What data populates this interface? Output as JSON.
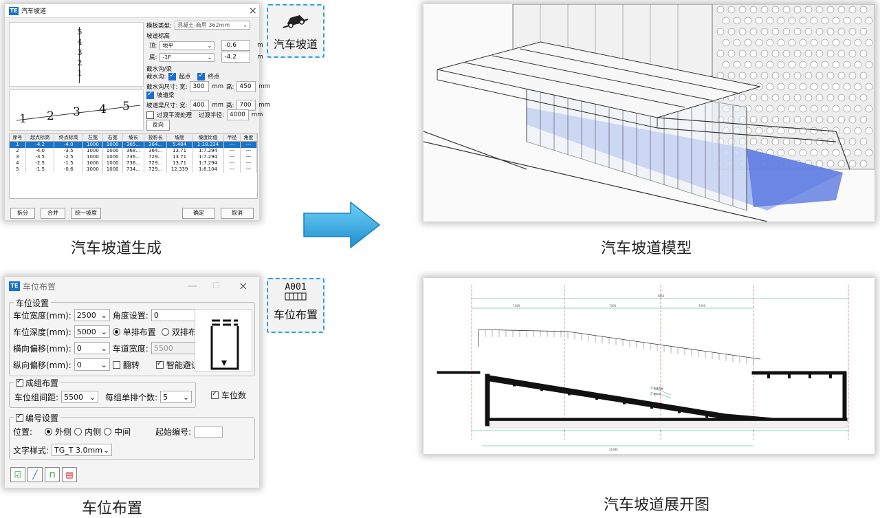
{
  "captions": {
    "ramp_gen": "汽车坡道生成",
    "ramp_model": "汽车坡道模型",
    "parking": "车位布置",
    "ramp_unfold": "汽车坡道展开图"
  },
  "ramp_dialog": {
    "title": "汽车坡道",
    "template_label": "模板类型:",
    "template_value": "混凝土-商用 362mm",
    "elev_title": "坡道标高",
    "top_label": "顶:",
    "top_level": "地平",
    "top_value": "-0.6",
    "bottom_label": "底:",
    "bottom_level": "-1F",
    "bottom_value": "-4.2",
    "unit_m": "m",
    "drain_title": "截水沟/梁",
    "drain_label": "截水沟:",
    "start_label": "起点",
    "end_label": "终点",
    "drain_size_label": "截水沟尺寸: 宽:",
    "drain_width": "300",
    "height_label": "高:",
    "drain_height": "450",
    "unit_mm": "mm",
    "beam_label": "坡道梁",
    "beam_size_label": "坡道梁尺寸: 宽:",
    "beam_width": "400",
    "beam_height": "700",
    "smooth_label": "过渡平滑处理",
    "radius_label": "过渡半径:",
    "radius_value": "4000",
    "reverse_btn": "反向",
    "preview_vertical": [
      "5",
      "4",
      "3",
      "2",
      "1"
    ],
    "preview_horizontal": [
      "1",
      "2",
      "3",
      "4",
      "5"
    ],
    "table_headers": [
      "序号",
      "起点标高",
      "终点标高",
      "左宽",
      "右宽",
      "坡长",
      "投影长",
      "坡度",
      "坡度比值",
      "半径",
      "角度"
    ],
    "table_rows": [
      [
        "1",
        "-4.2",
        "-4.0",
        "1000",
        "1000",
        "365...",
        "364...",
        "5.484",
        "1:18.234",
        "---",
        "---"
      ],
      [
        "2",
        "-4.0",
        "-3.5",
        "1000",
        "1000",
        "368...",
        "364...",
        "13.71",
        "1:7.294",
        "---",
        "---"
      ],
      [
        "3",
        "-3.5",
        "-2.5",
        "1000",
        "1000",
        "736...",
        "729...",
        "13.71",
        "1:7.294",
        "---",
        "---"
      ],
      [
        "4",
        "-2.5",
        "-1.5",
        "1000",
        "1000",
        "736...",
        "729...",
        "13.71",
        "1:7.294",
        "---",
        "---"
      ],
      [
        "5",
        "-1.5",
        "-0.6",
        "1000",
        "1000",
        "734...",
        "729...",
        "12.339",
        "1:8.104",
        "---",
        "---"
      ]
    ],
    "btn_split": "拆分",
    "btn_merge": "合并",
    "btn_unify": "统一坡度",
    "btn_ok": "确定",
    "btn_cancel": "取消"
  },
  "ramp_tool": {
    "label": "汽车坡道",
    "icon": "car-icon"
  },
  "parking_tool": {
    "code": "A001",
    "label": "车位布置",
    "icon": "parking-icon"
  },
  "parking_dialog": {
    "title": "车位布置",
    "group_settings": "车位设置",
    "width_label": "车位宽度(mm):",
    "width_value": "2500",
    "angle_label": "角度设置:",
    "angle_value": "0",
    "depth_label": "车位深度(mm):",
    "depth_value": "5000",
    "single_label": "单排布置",
    "double_label": "双排布置",
    "hoffset_label": "横向偏移(mm):",
    "hoffset_value": "0",
    "lane_label": "车道宽度:",
    "lane_value": "5500",
    "voffset_label": "纵向偏移(mm):",
    "voffset_value": "0",
    "flip_label": "翻转",
    "avoid_label": "智能避让",
    "group_layout": "成组布置",
    "gap_label": "车位组间距:",
    "gap_value": "5500",
    "per_group_label": "每组单排个数:",
    "per_group_value": "5",
    "count_label": "车位数",
    "group_numbering": "编号设置",
    "position_label": "位置:",
    "outer_label": "外侧",
    "inner_label": "内侧",
    "middle_label": "中间",
    "start_no_label": "起始编号:",
    "start_no_value": "",
    "text_style_label": "文字样式:",
    "text_style_value": "TG_T 3.0mm"
  },
  "colors": {
    "accent": "#1a73c8",
    "arrow": "#29a9e6",
    "dash": "#2aa0e0"
  }
}
